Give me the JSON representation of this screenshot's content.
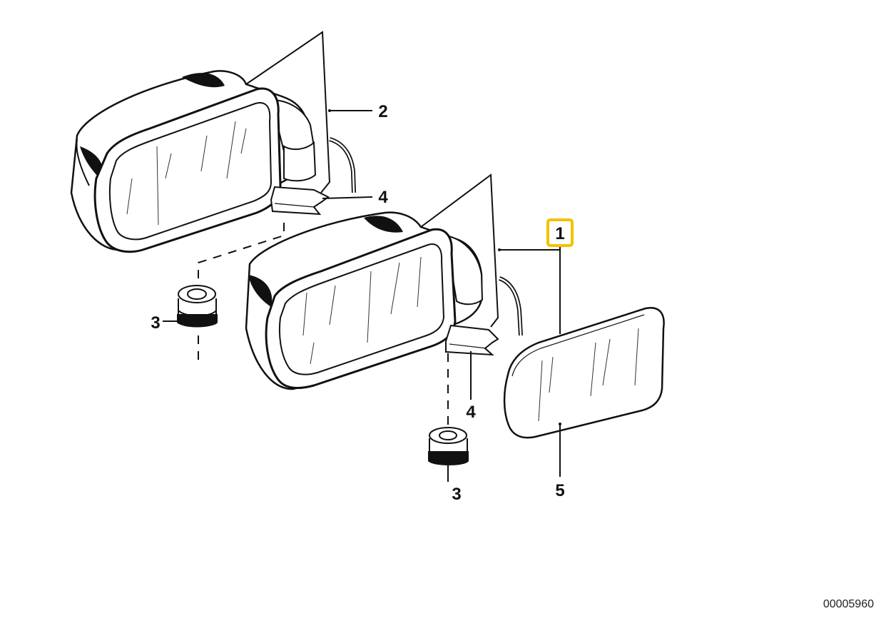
{
  "callouts": {
    "c1": "1",
    "c2": "2",
    "c3a": "3",
    "c3b": "3",
    "c4a": "4",
    "c4b": "4",
    "c5": "5"
  },
  "document_number": "00005960",
  "highlight_color": "#f2c200"
}
